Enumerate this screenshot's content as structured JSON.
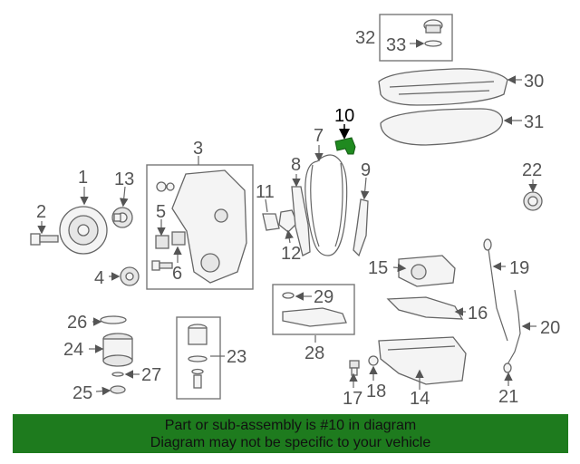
{
  "diagram": {
    "highlight_color": "#1f8a1f",
    "callouts": [
      {
        "id": "c1",
        "label": "1"
      },
      {
        "id": "c2",
        "label": "2"
      },
      {
        "id": "c3",
        "label": "3"
      },
      {
        "id": "c4",
        "label": "4"
      },
      {
        "id": "c5",
        "label": "5"
      },
      {
        "id": "c6",
        "label": "6"
      },
      {
        "id": "c7",
        "label": "7"
      },
      {
        "id": "c8",
        "label": "8"
      },
      {
        "id": "c9",
        "label": "9"
      },
      {
        "id": "c10",
        "label": "10"
      },
      {
        "id": "c11",
        "label": "11"
      },
      {
        "id": "c12",
        "label": "12"
      },
      {
        "id": "c13",
        "label": "13"
      },
      {
        "id": "c14",
        "label": "14"
      },
      {
        "id": "c15",
        "label": "15"
      },
      {
        "id": "c16",
        "label": "16"
      },
      {
        "id": "c17",
        "label": "17"
      },
      {
        "id": "c18",
        "label": "18"
      },
      {
        "id": "c19",
        "label": "19"
      },
      {
        "id": "c20",
        "label": "20"
      },
      {
        "id": "c21",
        "label": "21"
      },
      {
        "id": "c22",
        "label": "22"
      },
      {
        "id": "c23",
        "label": "23"
      },
      {
        "id": "c24",
        "label": "24"
      },
      {
        "id": "c25",
        "label": "25"
      },
      {
        "id": "c26",
        "label": "26"
      },
      {
        "id": "c27",
        "label": "27"
      },
      {
        "id": "c28",
        "label": "28"
      },
      {
        "id": "c29",
        "label": "29"
      },
      {
        "id": "c30",
        "label": "30"
      },
      {
        "id": "c31",
        "label": "31"
      },
      {
        "id": "c32",
        "label": "32"
      },
      {
        "id": "c33",
        "label": "33"
      }
    ]
  },
  "banner": {
    "line1": "Part or sub-assembly is #10 in diagram",
    "line2": "Diagram may not be specific to your vehicle",
    "background": "#1e7b1e"
  }
}
